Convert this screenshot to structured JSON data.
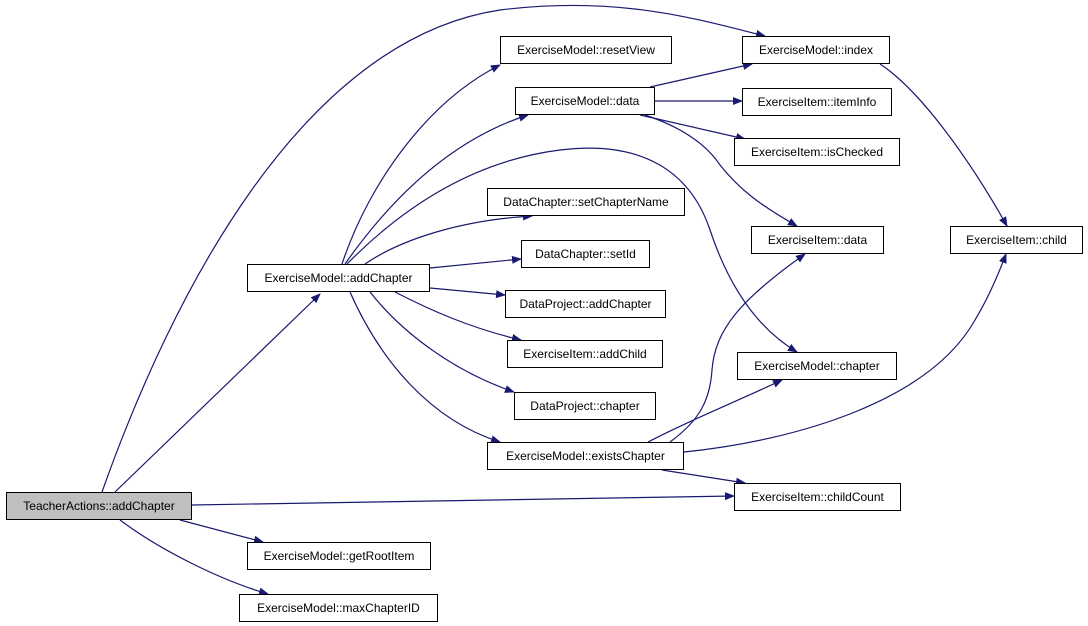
{
  "diagram": {
    "type": "call-graph",
    "colors": {
      "edge": "#191970",
      "node_border": "#000000",
      "node_fill": "#ffffff",
      "root_fill": "#bfbfbf"
    },
    "nodes": {
      "teacheractions_addchapter": "TeacherActions::addChapter",
      "exercisemodel_addchapter": "ExerciseModel::addChapter",
      "exercisemodel_resetview": "ExerciseModel::resetView",
      "exercisemodel_data": "ExerciseModel::data",
      "exercisemodel_index": "ExerciseModel::index",
      "exerciseitem_iteminfo": "ExerciseItem::itemInfo",
      "exerciseitem_ischecked": "ExerciseItem::isChecked",
      "datachapter_setchaptername": "DataChapter::setChapterName",
      "datachapter_setid": "DataChapter::setId",
      "exerciseitem_data": "ExerciseItem::data",
      "exerciseitem_child": "ExerciseItem::child",
      "dataproject_addchapter": "DataProject::addChapter",
      "exerciseitem_addchild": "ExerciseItem::addChild",
      "exercisemodel_chapter": "ExerciseModel::chapter",
      "dataproject_chapter": "DataProject::chapter",
      "exercisemodel_existschapter": "ExerciseModel::existsChapter",
      "exerciseitem_childcount": "ExerciseItem::childCount",
      "exercisemodel_getrootitem": "ExerciseModel::getRootItem",
      "exercisemodel_maxchapterid": "ExerciseModel::maxChapterID"
    },
    "edges": [
      [
        "teacheractions_addchapter",
        "exercisemodel_addchapter"
      ],
      [
        "teacheractions_addchapter",
        "exercisemodel_index"
      ],
      [
        "teacheractions_addchapter",
        "exerciseitem_childcount"
      ],
      [
        "teacheractions_addchapter",
        "exercisemodel_getrootitem"
      ],
      [
        "teacheractions_addchapter",
        "exercisemodel_maxchapterid"
      ],
      [
        "exercisemodel_addchapter",
        "exercisemodel_resetview"
      ],
      [
        "exercisemodel_addchapter",
        "exercisemodel_data"
      ],
      [
        "exercisemodel_addchapter",
        "exercisemodel_chapter"
      ],
      [
        "exercisemodel_addchapter",
        "datachapter_setchaptername"
      ],
      [
        "exercisemodel_addchapter",
        "datachapter_setid"
      ],
      [
        "exercisemodel_addchapter",
        "dataproject_addchapter"
      ],
      [
        "exercisemodel_addchapter",
        "exerciseitem_addchild"
      ],
      [
        "exercisemodel_addchapter",
        "dataproject_chapter"
      ],
      [
        "exercisemodel_addchapter",
        "exercisemodel_existschapter"
      ],
      [
        "exercisemodel_data",
        "exercisemodel_index"
      ],
      [
        "exercisemodel_data",
        "exerciseitem_iteminfo"
      ],
      [
        "exercisemodel_data",
        "exerciseitem_ischecked"
      ],
      [
        "exercisemodel_data",
        "exerciseitem_data"
      ],
      [
        "exercisemodel_index",
        "exerciseitem_child"
      ],
      [
        "exercisemodel_existschapter",
        "exerciseitem_data"
      ],
      [
        "exercisemodel_existschapter",
        "exercisemodel_chapter"
      ],
      [
        "exercisemodel_existschapter",
        "exerciseitem_child"
      ],
      [
        "exercisemodel_existschapter",
        "exerciseitem_childcount"
      ]
    ]
  }
}
